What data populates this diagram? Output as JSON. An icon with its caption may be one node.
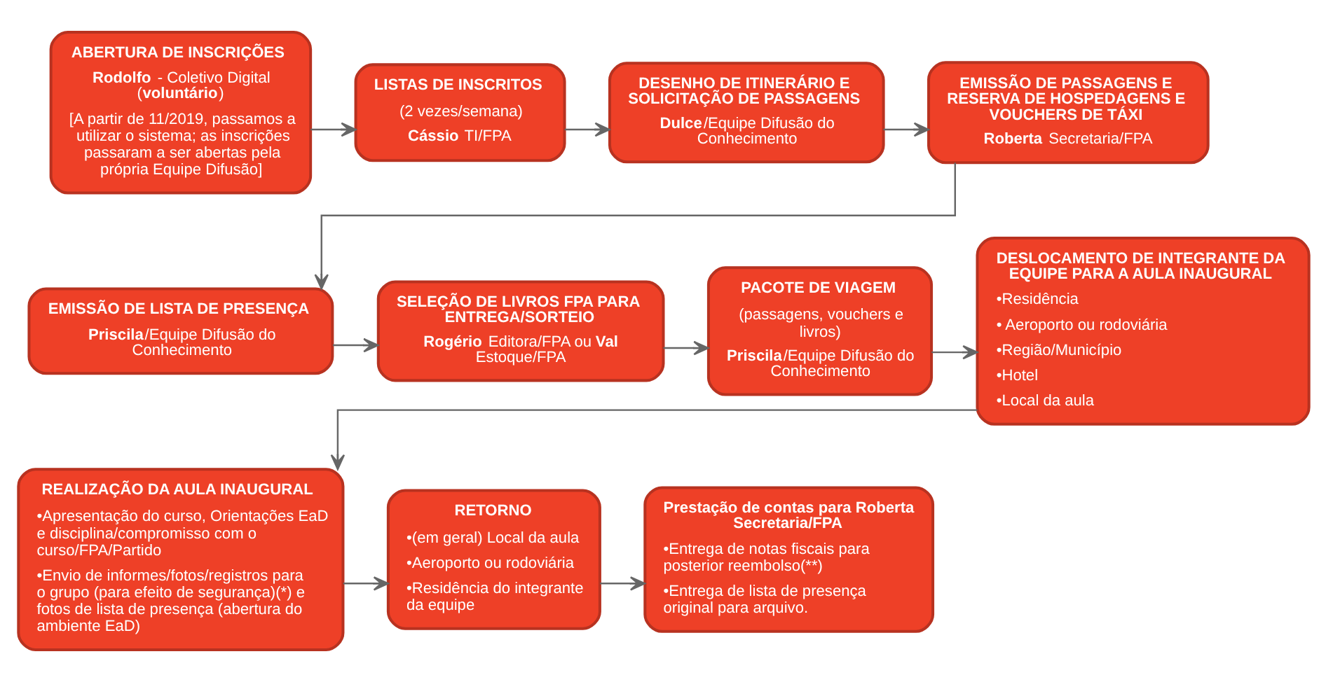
{
  "diagram": {
    "nodes": [
      {
        "text": [
          "ABERTURA DE INSCRIÇÕES",
          "**Rodolfo** - Coletivo Digital (**voluntário**)",
          "[A partir de 11/2019, passamos a utilizar o sistema; as inscrições passaram a ser abertas pela própria Equipe Difusão]"
        ]
      },
      {
        "text": [
          "LISTAS  DE INSCRITOS",
          "(2 vezes/semana)",
          "**Cássio** TI/FPA"
        ]
      },
      {
        "text": [
          "DESENHO DE ITINERÁRIO E SOLICITAÇÃO DE PASSAGENS",
          "**Dulce**/Equipe Difusão do Conhecimento"
        ]
      },
      {
        "text": [
          "EMISSÃO DE PASSAGENS E RESERVA DE HOSPEDAGENS E VOUCHERS DE TÁXI",
          "**Roberta** Secretaria/FPA"
        ]
      },
      {
        "text": [
          "EMISSÃO DE LISTA DE PRESENÇA",
          "**Priscila**/Equipe Difusão do Conhecimento"
        ]
      },
      {
        "text": [
          "SELEÇÃO DE LIVROS FPA PARA ENTREGA/SORTEIO",
          "**Rogério** Editora/FPA ou **Val** Estoque/FPA"
        ]
      },
      {
        "text": [
          "PACOTE DE VIAGEM",
          "(passagens, vouchers e livros)",
          "**Priscila**/Equipe Difusão do Conhecimento"
        ]
      },
      {
        "text": [
          "DESLOCAMENTO DE INTEGRANTE DA EQUIPE PARA A AULA INAUGURAL",
          "•Residência",
          "• Aeroporto ou rodoviária",
          "•Região/Município",
          "•Hotel",
          "•Local da aula"
        ]
      },
      {
        "text": [
          "REALIZAÇÃO DA AULA INAUGURAL",
          "•Apresentação do curso, Orientações EaD e disciplina/compromisso com o curso/FPA/Partido",
          "•Envio de informes/fotos/registros para o grupo (para efeito de segurança)(*) e fotos de lista de presença (abertura do ambiente EaD)"
        ]
      },
      {
        "text": [
          "RETORNO",
          "•(em geral) Local da aula",
          "•Aeroporto ou rodoviária",
          "•Residência do integrante da equipe"
        ]
      },
      {
        "text": [
          "Prestação de contas para Roberta Secretaria/FPA",
          "•Entrega de notas fiscais para posterior reembolso(**)",
          "•Entrega de lista de presença original para arquivo."
        ]
      }
    ],
    "edges": [
      {
        "from": 0,
        "to": 1,
        "arrow": "to"
      },
      {
        "from": 1,
        "to": 2,
        "arrow": "to"
      },
      {
        "from": 2,
        "to": 3,
        "arrow": "to"
      },
      {
        "from": 3,
        "to": 4,
        "arrow": "to"
      },
      {
        "from": 4,
        "to": 5,
        "arrow": "to"
      },
      {
        "from": 5,
        "to": 6,
        "arrow": "to"
      },
      {
        "from": 6,
        "to": 7,
        "arrow": "to"
      },
      {
        "from": 7,
        "to": 8,
        "arrow": "to"
      },
      {
        "from": 8,
        "to": 9,
        "arrow": "to"
      },
      {
        "from": 9,
        "to": 10,
        "arrow": "to"
      }
    ]
  }
}
